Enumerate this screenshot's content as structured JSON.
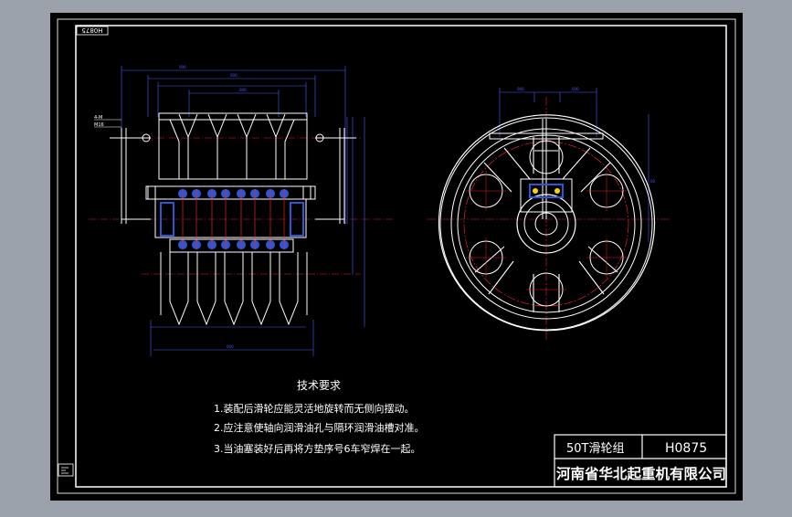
{
  "drawing": {
    "code_stamp": "H0875",
    "tech_req": {
      "title": "技术要求",
      "lines": [
        "1.装配后滑轮应能灵活地旋转而无侧向摆动。",
        "2.应注意使轴向润滑油孔与隔环润滑油槽对准。",
        "3.当油塞装好后再将方垫序号6车窄焊在一起。"
      ]
    },
    "title_block": {
      "name": "50T滑轮组",
      "code": "H0875",
      "company": "河南省华北起重机有限公司"
    },
    "dimension_marks": {
      "side_left_1": "4-M",
      "side_left_2": "M16"
    }
  },
  "colors": {
    "background": "#9aa1aa",
    "sheet": "#000000",
    "frame": "#ffffff",
    "outline": "#ffffff",
    "dimension": "#4b5cff",
    "centerline": "#e8232a",
    "hatch": "#2b56d6",
    "accent": "#ffd400"
  }
}
